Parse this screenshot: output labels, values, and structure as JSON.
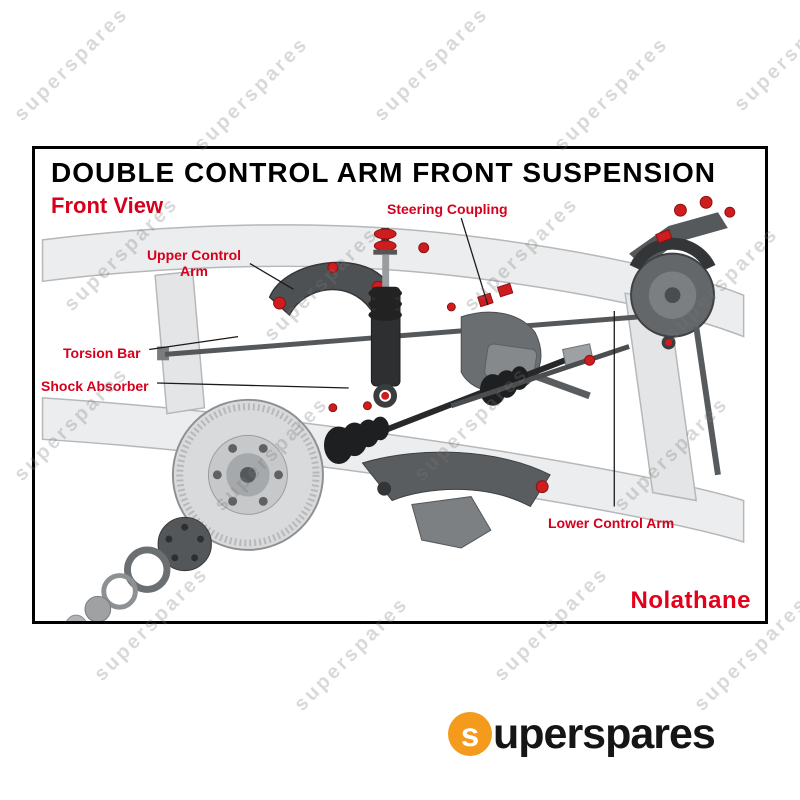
{
  "page": {
    "watermark_text": "superspares"
  },
  "diagram": {
    "title": "DOUBLE CONTROL ARM FRONT SUSPENSION",
    "subtitle": "Front View",
    "labels": {
      "steering_coupling": "Steering Coupling",
      "upper_control_arm": "Upper Control Arm",
      "torsion_bar": "Torsion Bar",
      "shock_absorber": "Shock Absorber",
      "lower_control_arm": "Lower Control Arm"
    },
    "brand_logo": "Nolathane"
  },
  "footer": {
    "logo_first_letter": "s",
    "logo_rest": "uperspares"
  },
  "colors": {
    "label_red": "#d6001c",
    "brand_red": "#e2001a",
    "bushing_red": "#cf1d1f",
    "logo_orange": "#f49b1d",
    "logo_text_dark": "#151515",
    "frame_gray": "#ebedee",
    "part_dark_gray": "#55585a",
    "watermark_gray": "#787878"
  }
}
